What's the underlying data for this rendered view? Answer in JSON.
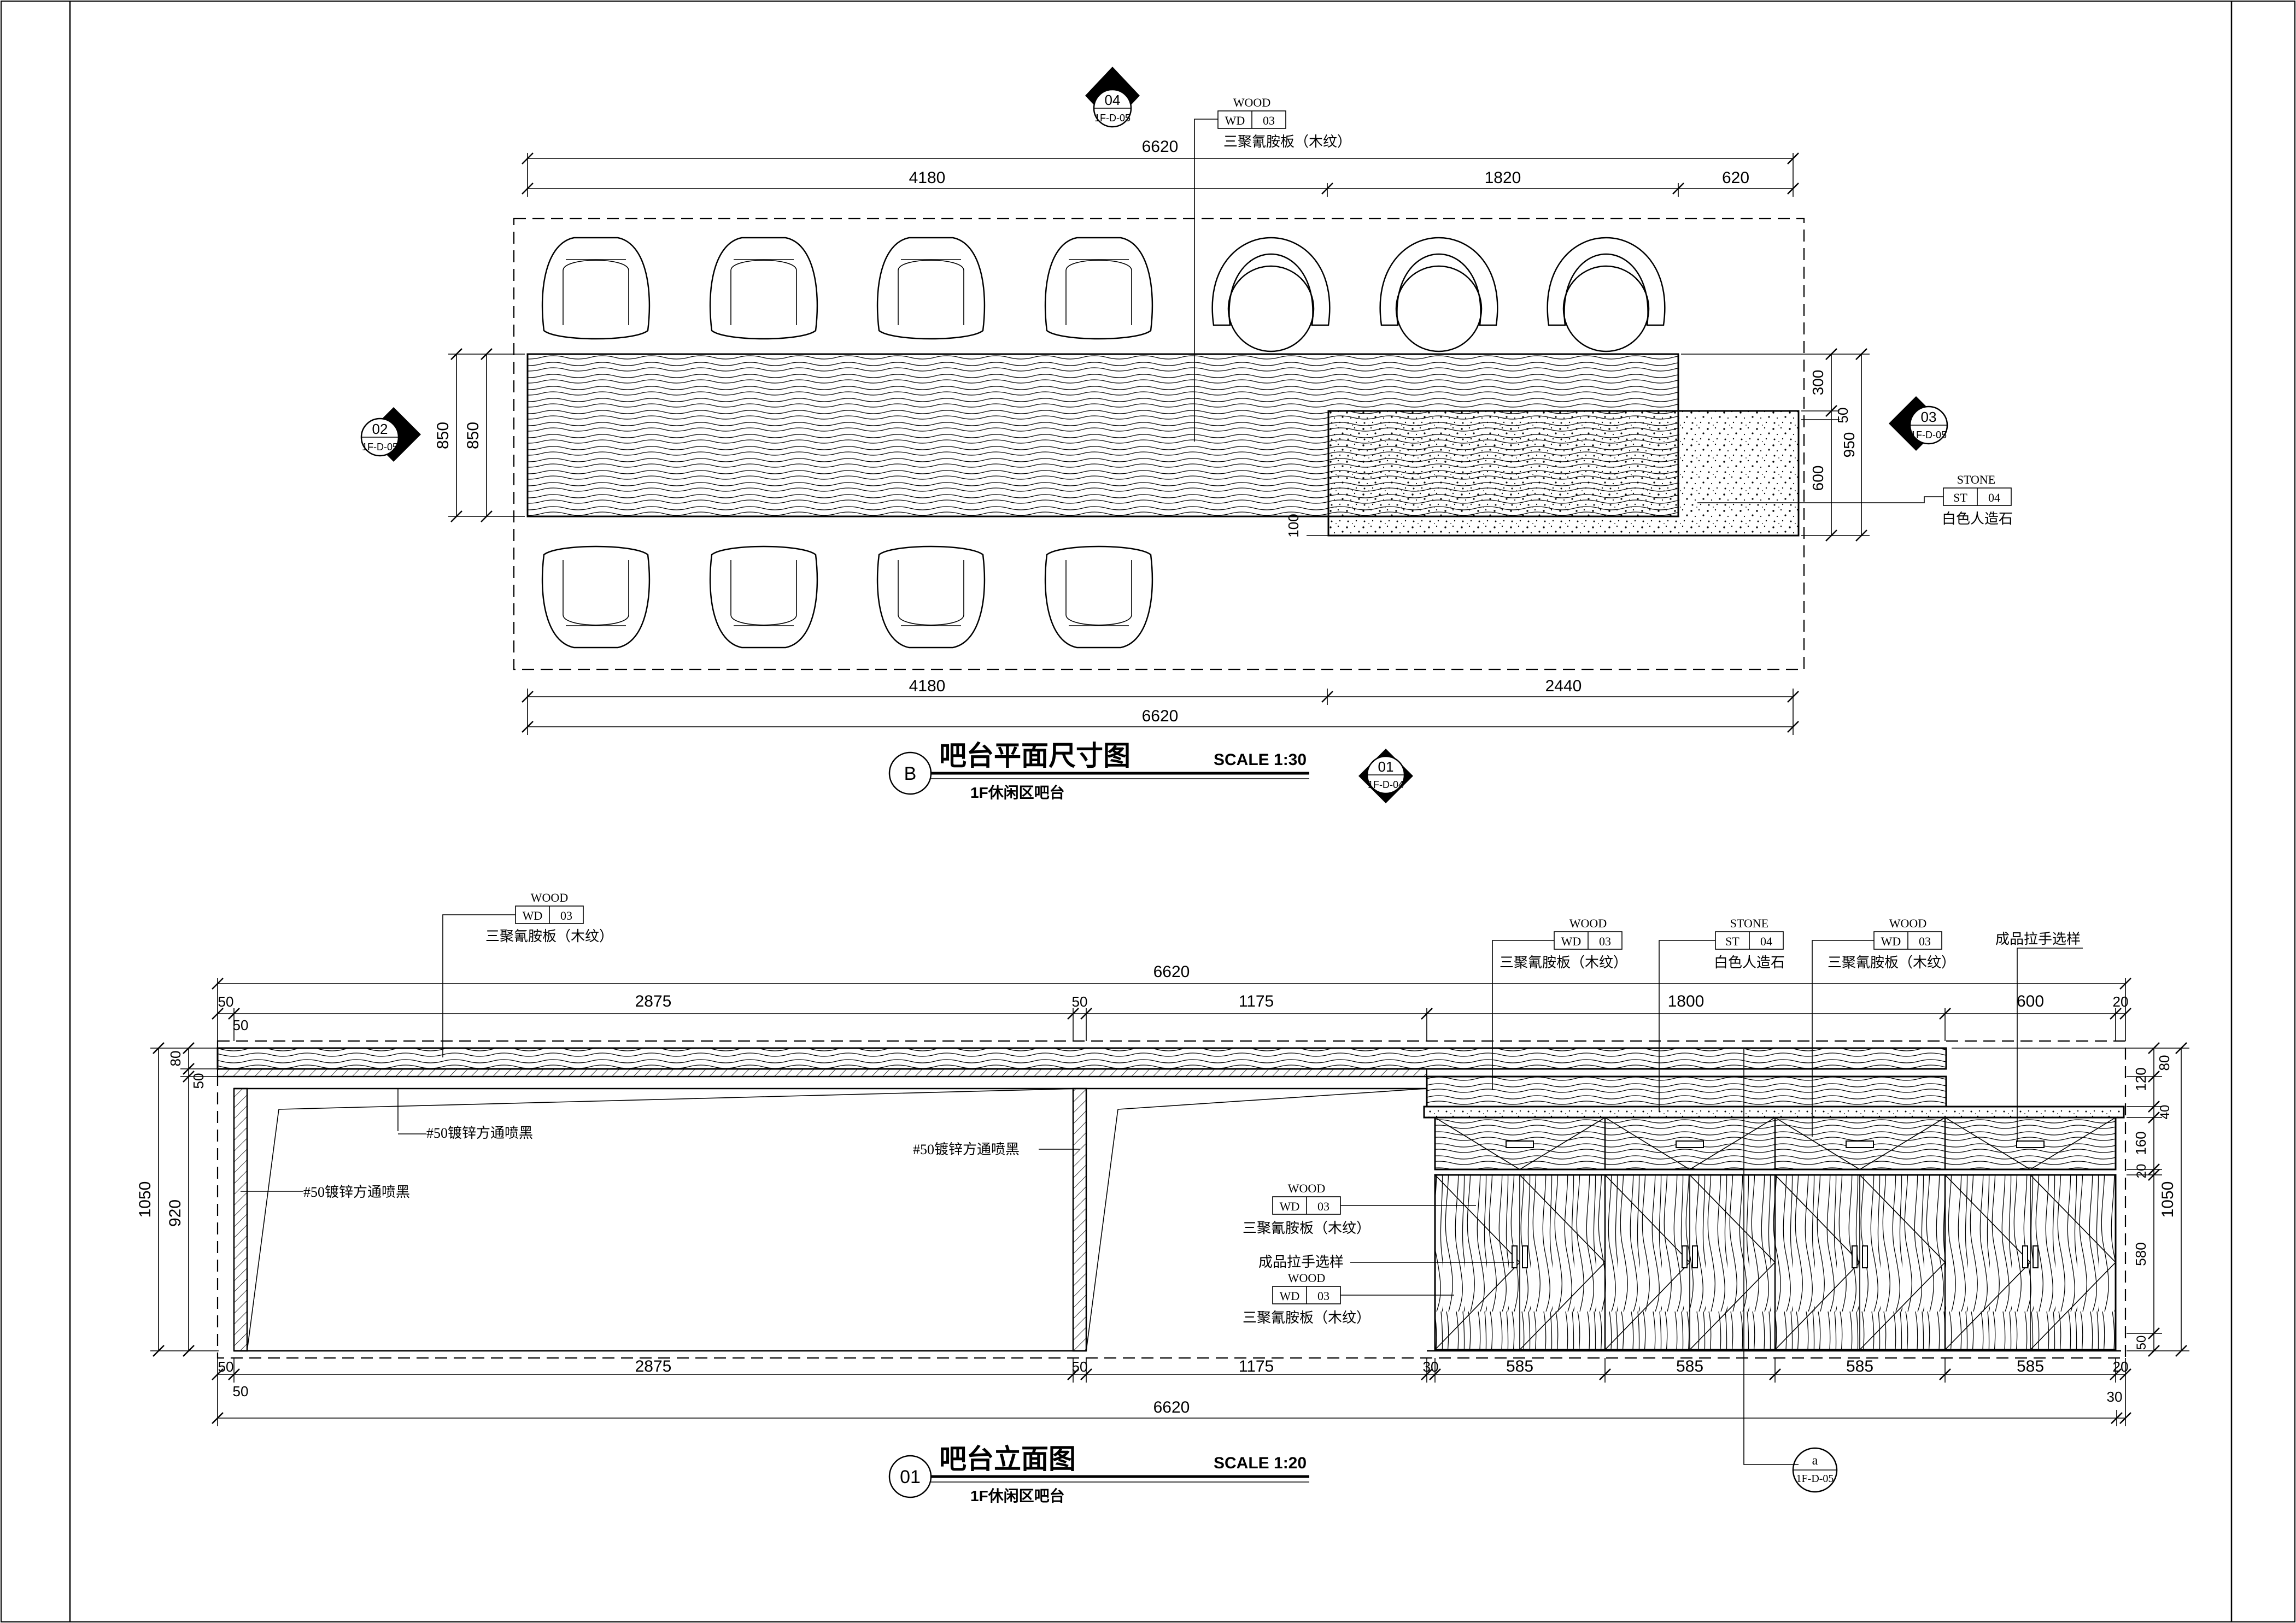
{
  "plan": {
    "title": "吧台平面尺寸图",
    "subtitle": "1F休闲区吧台",
    "scale": "SCALE  1:30",
    "symbol": "B",
    "top_dims": {
      "total": "6620",
      "a": "4180",
      "b": "1820",
      "c": "620"
    },
    "bottom_dims": {
      "total": "6620",
      "a": "4180",
      "b": "2440"
    },
    "left_dims": {
      "outer": "850",
      "inner": "850"
    },
    "right_dims": {
      "a": "300",
      "b": "50",
      "c": "600",
      "total": "950"
    },
    "gap_dim": "100",
    "tag_wood": {
      "cat": "WOOD",
      "code": "WD",
      "num": "03",
      "desc": "三聚氰胺板（木纹）"
    },
    "tag_stone": {
      "cat": "STONE",
      "code": "ST",
      "num": "04",
      "desc": "白色人造石"
    },
    "marker_top": {
      "num": "04",
      "ref": "1F-D-05"
    },
    "marker_left": {
      "num": "02",
      "ref": "1F-D-05"
    },
    "marker_right": {
      "num": "03",
      "ref": "1F-D-05"
    },
    "marker_bottom": {
      "num": "01",
      "ref": "1F-D-04"
    }
  },
  "elev": {
    "title": "吧台立面图",
    "subtitle": "1F休闲区吧台",
    "scale": "SCALE  1:20",
    "symbol": "01",
    "top_dims": {
      "total": "6620",
      "d1": "50",
      "d2": "50",
      "d3": "2875",
      "d4": "50",
      "d5": "1175",
      "d6": "1800",
      "d7": "600",
      "d8": "20"
    },
    "bottom_dims": {
      "d1": "50",
      "d2": "2875",
      "d3": "50",
      "d4": "1175",
      "d5": "30",
      "d6": "585",
      "d7": "585",
      "d8": "585",
      "d9": "585",
      "d10": "20",
      "e1": "50",
      "e2": "6620",
      "e3": "30"
    },
    "left_dims": {
      "total": "1050",
      "h1": "920",
      "h2": "80",
      "h3": "50"
    },
    "right_dims": {
      "total": "1050",
      "h1": "120",
      "h2": "80",
      "h3": "40",
      "h4": "160",
      "h5": "20",
      "h6": "580",
      "h7": "50"
    },
    "tag_wood_left": {
      "cat": "WOOD",
      "code": "WD",
      "num": "03",
      "desc": "三聚氰胺板（木纹）"
    },
    "tag_wood_mid": {
      "cat": "WOOD",
      "code": "WD",
      "num": "03",
      "desc": "三聚氰胺板（木纹）"
    },
    "tag_stone": {
      "cat": "STONE",
      "code": "ST",
      "num": "04",
      "desc": "白色人造石"
    },
    "tag_wood_right": {
      "cat": "WOOD",
      "code": "WD",
      "num": "03",
      "desc": "三聚氰胺板（木纹）"
    },
    "handle_note_top": "成品拉手选样",
    "handle_note_left": "成品拉手选样",
    "tag_door_1": {
      "cat": "WOOD",
      "code": "WD",
      "num": "03",
      "desc": "三聚氰胺板（木纹）"
    },
    "tag_door_2": {
      "cat": "WOOD",
      "code": "WD",
      "num": "03",
      "desc": "三聚氰胺板（木纹）"
    },
    "steel_note_1": "#50镀锌方通喷黑",
    "steel_note_2": "#50镀锌方通喷黑",
    "steel_note_3": "#50镀锌方通喷黑",
    "detail_marker": {
      "num": "a",
      "ref": "1F-D-05"
    }
  }
}
